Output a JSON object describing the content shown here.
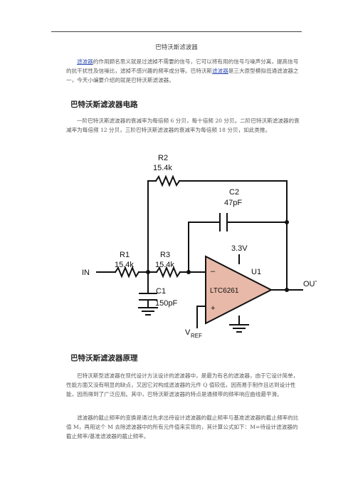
{
  "doc": {
    "title": "巴特沃斯滤波器",
    "intro": {
      "link1": "滤波器",
      "text1": "的作用顾名思义就是过滤掉不需要的信号，它可以将有用的信号与噪声分离，提高信号的抗干扰性及信噪比，滤掉不感兴趣的频率成分等。巴特沃斯",
      "link2": "滤波器",
      "text2": "是三大原型模拟低通滤波器之一，今天小编要介绍的就是巴特沃斯滤波器。"
    },
    "section1": {
      "heading": "巴特沃斯滤波器电路",
      "para": "一阶巴特沃斯滤波器的衰减率为每倍频 6 分贝，每十倍频 20 分贝。二阶巴特沃斯滤波器的衰减率为每倍频 12 分贝，三阶巴特沃斯滤波器的衰减率为每倍频 18 分贝，如此类推。"
    },
    "circuit": {
      "r2_name": "R2",
      "r2_value": "15.4k",
      "c2_name": "C2",
      "c2_value": "47pF",
      "r1_name": "R1",
      "r1_value": "15.4k",
      "r3_name": "R3",
      "r3_value": "15.4k",
      "c1_name": "C1",
      "c1_value": "150pF",
      "supply": "3.3V",
      "opamp_ref": "U1",
      "opamp_part": "LTC6261",
      "input": "IN",
      "output": "OUT",
      "vref_main": "V",
      "vref_sub": "REF",
      "minus": "–",
      "plus": "+",
      "opamp_fill": "#e8b8a8"
    },
    "section2": {
      "heading": "巴特沃斯滤波器原理",
      "para1": "巴特沃斯型滤波器在现代设计方法设计的滤波器中，是最为有名的滤波器，由于它设计简单，性能方面又没有明显的缺点，又因它对构成滤波器的元件 Q 值较低，因而易于制作且达到设计性能，因而得到了广泛应用。其中，巴特沃斯滤波器的特点是通频带的频率响应曲线最平滑。",
      "para2": "滤波器的截止频率的变换是通过先求出待设计滤波器的截止频率与基准滤波器的截止频率的比值 M，再用这个 M 去除滤波器中的所有元件值来实现的，其计算公式如下：M=待设计滤波器的截止频率/基准滤波器的截止频率。"
    }
  }
}
